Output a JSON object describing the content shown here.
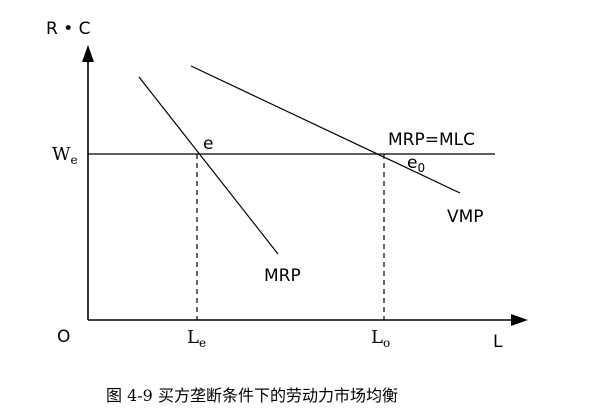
{
  "axes": {
    "y_label": "R • C",
    "x_label": "L",
    "origin_label": "O"
  },
  "wage": {
    "label_main": "W",
    "label_sub": "e"
  },
  "quantities": {
    "l_e": {
      "main": "L",
      "sub": "e"
    },
    "l_o": {
      "main": "L",
      "sub": "o"
    }
  },
  "points": {
    "e": "e",
    "e0_main": "e",
    "e0_sub": "0"
  },
  "curves": {
    "mrp": "MRP",
    "vmp": "VMP",
    "equality": "MRP=MLC"
  },
  "caption": "图 4-9 买方垄断条件下的劳动力市场均衡",
  "colors": {
    "ink": "#000000",
    "background": "#ffffff"
  }
}
